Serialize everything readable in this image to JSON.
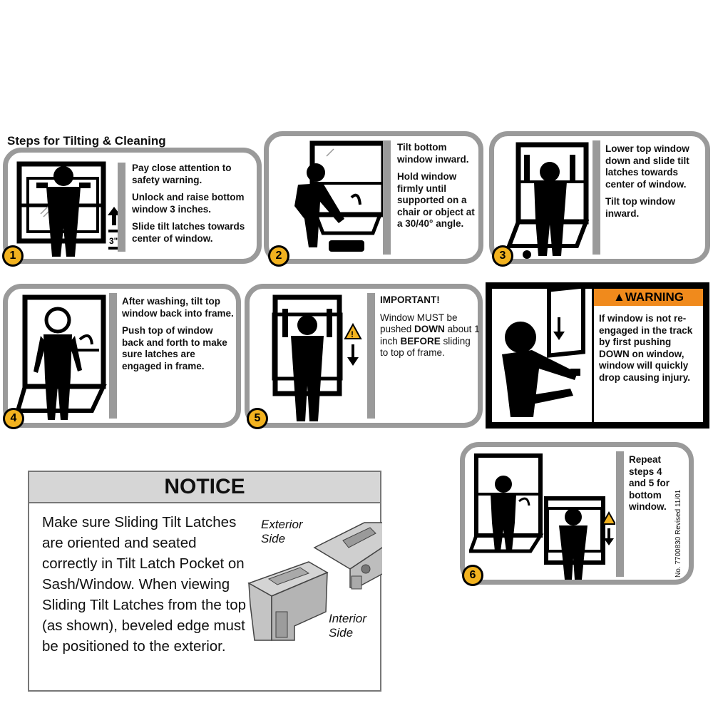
{
  "title": "Steps for Tilting & Cleaning",
  "steps": [
    {
      "number": "1",
      "lines": [
        "Pay close attention to safety warning.",
        "Unlock and  raise bottom window 3 inches.",
        "Slide tilt latches towards center of window."
      ],
      "measure": "3\""
    },
    {
      "number": "2",
      "lines": [
        "Tilt bottom window inward.",
        "Hold window firmly until supported on a chair or object at a 30/40° angle."
      ]
    },
    {
      "number": "3",
      "lines": [
        "Lower top window down and slide tilt latches towards center  of window.",
        "Tilt top window inward."
      ]
    },
    {
      "number": "4",
      "lines": [
        "After washing, tilt top window back into frame.",
        "Push top of window back and forth to make sure latches are engaged in frame."
      ]
    },
    {
      "number": "5",
      "heading": "IMPORTANT!",
      "body_parts": [
        "Window MUST be pushed ",
        "DOWN",
        " about 1 inch ",
        "BEFORE",
        " sliding to top of frame."
      ]
    },
    {
      "number": "6",
      "lines": [
        "Repeat steps 4 and 5 for bottom window."
      ]
    }
  ],
  "warning": {
    "label": "WARNING",
    "text_parts": [
      "If window is not re-engaged in the track by first pushing ",
      "DOWN",
      " on window, window will quickly drop causing injury."
    ]
  },
  "notice": {
    "heading": "NOTICE",
    "body": "Make sure Sliding Tilt Latches are oriented and seated correctly in Tilt Latch Pocket on Sash/Window.  When viewing Sliding Tilt Latches from the top (as shown), beveled edge must be positioned to the exterior.",
    "exterior_label": "Exterior Side",
    "interior_label": "Interior Side"
  },
  "doc_number": "No. 7700830      Revised 11/01",
  "colors": {
    "panel_border": "#9a9a9a",
    "badge": "#f2b21f",
    "warning_header": "#f08a1c"
  }
}
